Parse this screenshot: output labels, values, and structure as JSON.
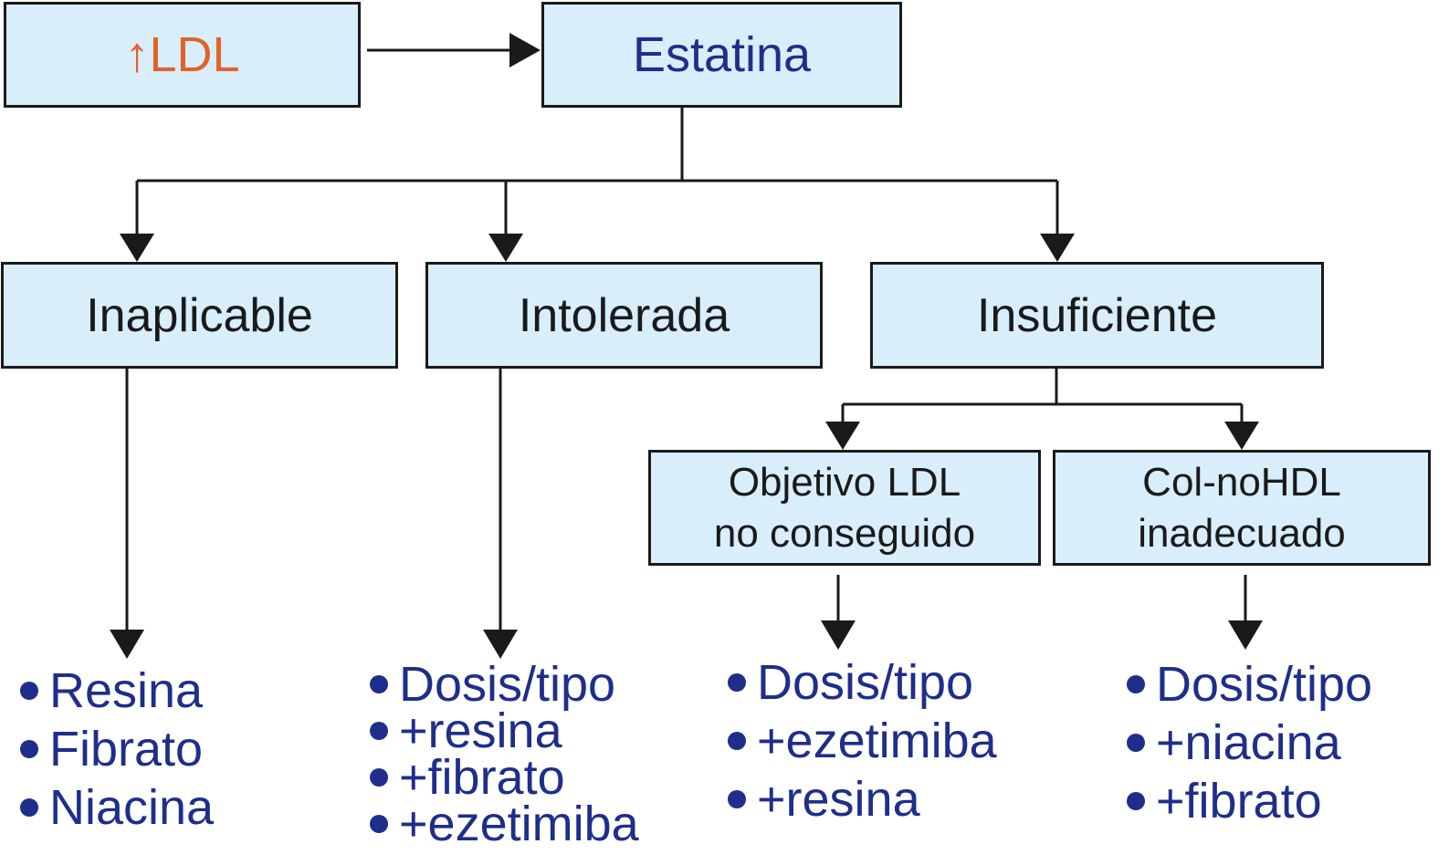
{
  "top": {
    "ldl": {
      "arrow": "↑",
      "label": "LDL",
      "color": "#e0622a"
    },
    "statin": {
      "label": "Estatina",
      "color": "#1f2e8a"
    }
  },
  "branches": {
    "inapplicable": {
      "label": "Inaplicable",
      "options": [
        "Resina",
        "Fibrato",
        "Niacina"
      ]
    },
    "intolerated": {
      "label": "Intolerada",
      "options": [
        "Dosis/tipo",
        "+resina",
        "+fibrato",
        "+ezetimiba"
      ]
    },
    "insufficient": {
      "label": "Insuficiente",
      "ldl_goal": {
        "label_line1": "Objetivo LDL",
        "label_line2": "no conseguido",
        "options": [
          "Dosis/tipo",
          "+ezetimiba",
          "+resina"
        ]
      },
      "nonhdl": {
        "label_line1": "Col-noHDL",
        "label_line2": "inadecuado",
        "options": [
          "Dosis/tipo",
          "+niacina",
          "+fibrato"
        ]
      }
    }
  },
  "colors": {
    "box_fill": "#d8eefa",
    "list_text": "#1f2e8a",
    "line": "#1a1a1a"
  }
}
